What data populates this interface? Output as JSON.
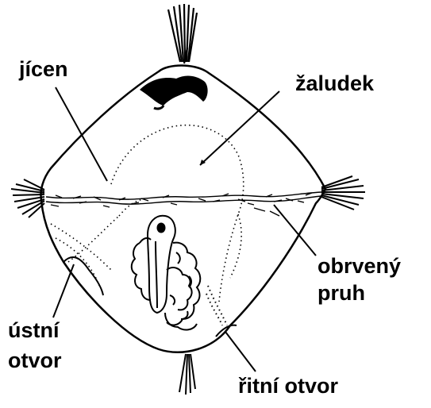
{
  "labels": {
    "jicen": "jícen",
    "zaludek": "žaludek",
    "obrveny": "obrvený",
    "pruh": "pruh",
    "ustni": "ústní",
    "otvor": "otvor",
    "ritni_otvor": "řitní otvor"
  },
  "colors": {
    "ink": "#000000",
    "background": "#ffffff"
  }
}
